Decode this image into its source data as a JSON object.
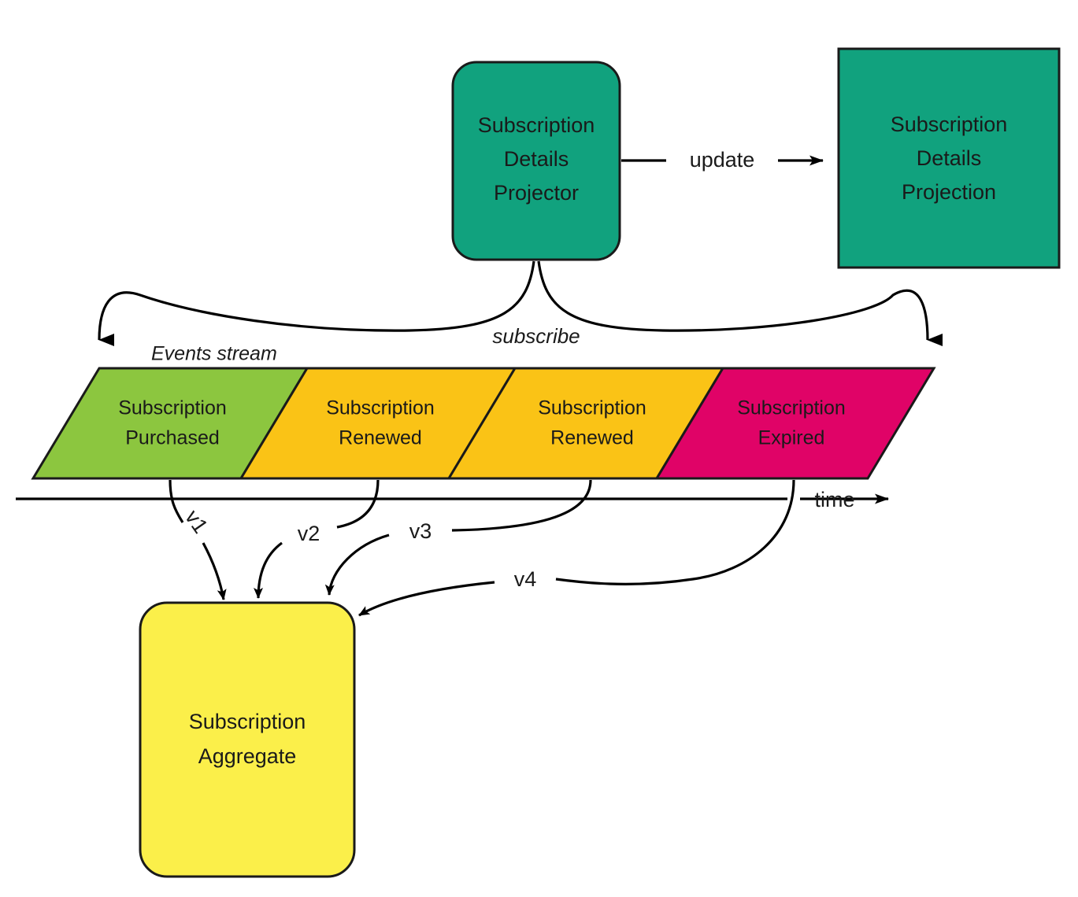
{
  "diagram": {
    "title": "Event Sourcing - Subscription Aggregate and Projection",
    "type": "event-sourcing-flow",
    "background": "#ffffff"
  },
  "colors": {
    "teal": "#11a27e",
    "green": "#8cc63f",
    "orange": "#fac316",
    "pink": "#e00367",
    "yellow": "#fbef4a",
    "stroke": "#1a1a1a",
    "text": "#1a1a1a"
  },
  "nodes": {
    "projector": {
      "label_lines": [
        "Subscription",
        "Details",
        "Projector"
      ],
      "line1": "Subscription",
      "line2": "Details",
      "line3": "Projector",
      "shape": "rounded-rect",
      "fill": "#11a27e"
    },
    "projection": {
      "label_lines": [
        "Subscription",
        "Details",
        "Projection"
      ],
      "line1": "Subscription",
      "line2": "Details",
      "line3": "Projection",
      "shape": "rect",
      "fill": "#11a27e"
    },
    "aggregate": {
      "label_lines": [
        "Subscription",
        "Aggregate"
      ],
      "line1": "Subscription",
      "line2": "Aggregate",
      "shape": "rounded-rect",
      "fill": "#fbef4a"
    }
  },
  "stream": {
    "caption": "Events stream",
    "axis_label": "time",
    "events": [
      {
        "line1": "Subscription",
        "line2": "Purchased",
        "fill": "#8cc63f",
        "version": "v1"
      },
      {
        "line1": "Subscription",
        "line2": "Renewed",
        "fill": "#fac316",
        "version": "v2"
      },
      {
        "line1": "Subscription",
        "line2": "Renewed",
        "fill": "#fac316",
        "version": "v3"
      },
      {
        "line1": "Subscription",
        "line2": "Expired",
        "fill": "#e00367",
        "version": "v4"
      }
    ]
  },
  "edges": {
    "update": "update",
    "subscribe": "subscribe",
    "v1": "v1",
    "v2": "v2",
    "v3": "v3",
    "v4": "v4"
  }
}
